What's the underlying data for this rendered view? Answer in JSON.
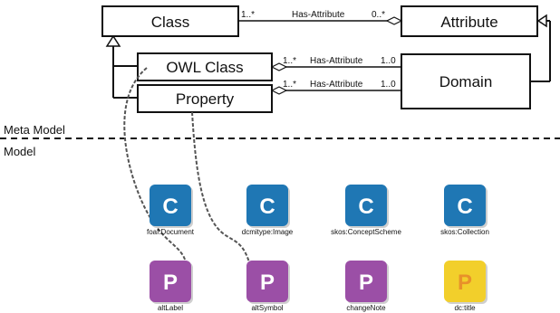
{
  "meta": {
    "classes": {
      "class": "Class",
      "attribute": "Attribute",
      "owl_class": "OWL Class",
      "domain": "Domain",
      "property": "Property"
    },
    "associations": [
      {
        "label": "Has-Attribute",
        "from_mult": "1..*",
        "to_mult": "0..*"
      },
      {
        "label": "Has-Attribute",
        "from_mult": "1..*",
        "to_mult": "1..0"
      },
      {
        "label": "Has-Attribute",
        "from_mult": "1..*",
        "to_mult": "1..0"
      }
    ]
  },
  "separator": {
    "upper": "Meta Model",
    "lower": "Model"
  },
  "instances": [
    {
      "letter": "C",
      "caption": "foaf:Document",
      "color": "#1f77b4"
    },
    {
      "letter": "C",
      "caption": "dcmitype:Image",
      "color": "#1f77b4"
    },
    {
      "letter": "C",
      "caption": "skos:ConceptScheme",
      "color": "#1f77b4"
    },
    {
      "letter": "C",
      "caption": "skos:Collection",
      "color": "#1f77b4"
    },
    {
      "letter": "P",
      "caption": "altLabel",
      "color": "#9b4fa6"
    },
    {
      "letter": "P",
      "caption": "altSymbol",
      "color": "#9b4fa6"
    },
    {
      "letter": "P",
      "caption": "changeNote",
      "color": "#9b4fa6"
    },
    {
      "letter": "P",
      "caption": "dc:title",
      "color": "#f2cf2b",
      "letter_color": "#e8912a"
    }
  ]
}
